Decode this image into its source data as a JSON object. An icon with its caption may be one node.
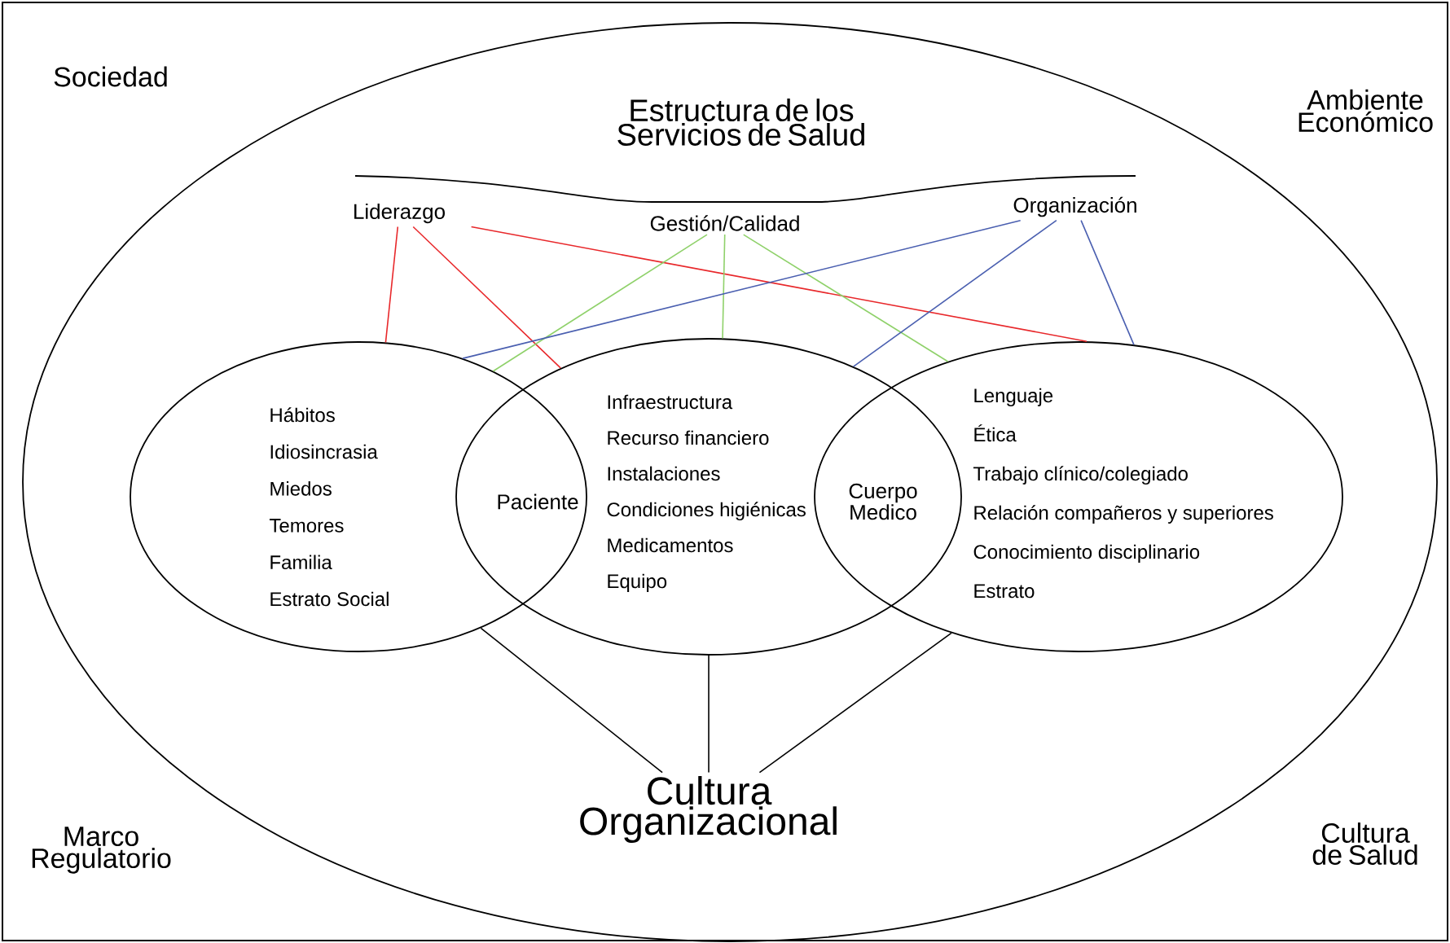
{
  "diagram": {
    "nodes": [
      {
        "text": [
          "Estructura de los Servicios de Salud"
        ]
      },
      {
        "text": [
          "Liderazgo"
        ],
        "in": 0
      },
      {
        "text": [
          "Gestión/Calidad"
        ],
        "in": 0
      },
      {
        "text": [
          "Organización"
        ],
        "in": 0
      },
      {
        "text": [
          "Hábitos",
          "Idiosincrasia",
          "Miedos",
          "Temores",
          "Familia",
          "Estrato Social"
        ],
        "in": 0
      },
      {
        "text": [
          "Infraestructura",
          "Recurso financiero",
          "Instalaciones",
          "Condiciones higiénicas",
          "Medicamentos",
          "Equipo"
        ],
        "in": 0
      },
      {
        "text": [
          "Lenguaje",
          "Ética",
          "Trabajo clínico/colegiado",
          "Relación compañeros y superiores",
          "Conocimiento disciplinario",
          "Estrato"
        ],
        "in": 0
      },
      {
        "text": [
          "Paciente"
        ]
      },
      {
        "text": [
          "Cuerpo Medico"
        ]
      },
      {
        "text": [
          "Cultura Organizacional"
        ],
        "in": 0
      }
    ],
    "edges": [
      {
        "from": 1,
        "to": 4,
        "arrow": "none",
        "color": "#e8282b"
      },
      {
        "from": 1,
        "to": 5,
        "arrow": "none",
        "color": "#e8282b"
      },
      {
        "from": 1,
        "to": 6,
        "arrow": "none",
        "color": "#e8282b"
      },
      {
        "from": 2,
        "to": 4,
        "arrow": "none",
        "color": "#8fd16a"
      },
      {
        "from": 2,
        "to": 5,
        "arrow": "none",
        "color": "#8fd16a"
      },
      {
        "from": 2,
        "to": 6,
        "arrow": "none",
        "color": "#8fd16a"
      },
      {
        "from": 3,
        "to": 4,
        "arrow": "none",
        "color": "#4a5fb0"
      },
      {
        "from": 3,
        "to": 5,
        "arrow": "none",
        "color": "#4a5fb0"
      },
      {
        "from": 3,
        "to": 6,
        "arrow": "none",
        "color": "#4a5fb0"
      },
      {
        "from": 4,
        "to": 9,
        "arrow": "none",
        "color": "#000000"
      },
      {
        "from": 5,
        "to": 9,
        "arrow": "none",
        "color": "#000000"
      },
      {
        "from": 6,
        "to": 9,
        "arrow": "none",
        "color": "#000000"
      }
    ],
    "labels": [
      "Sociedad",
      "Ambiente Económico",
      "Marco Regulatorio",
      "Cultura de Salud"
    ]
  }
}
